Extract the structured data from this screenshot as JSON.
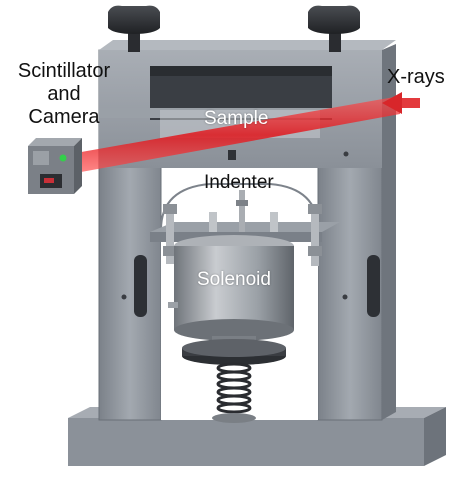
{
  "labels": {
    "scintillator_line1": "Scintillator",
    "scintillator_line2": "and",
    "scintillator_line3": "Camera",
    "xrays": "X-rays",
    "sample": "Sample",
    "indenter": "Indenter",
    "solenoid": "Solenoid"
  },
  "colors": {
    "frame": "#8e949c",
    "frame_dark": "#5e646c",
    "beam": "#d8262a",
    "camera_led": "#32d04a"
  }
}
